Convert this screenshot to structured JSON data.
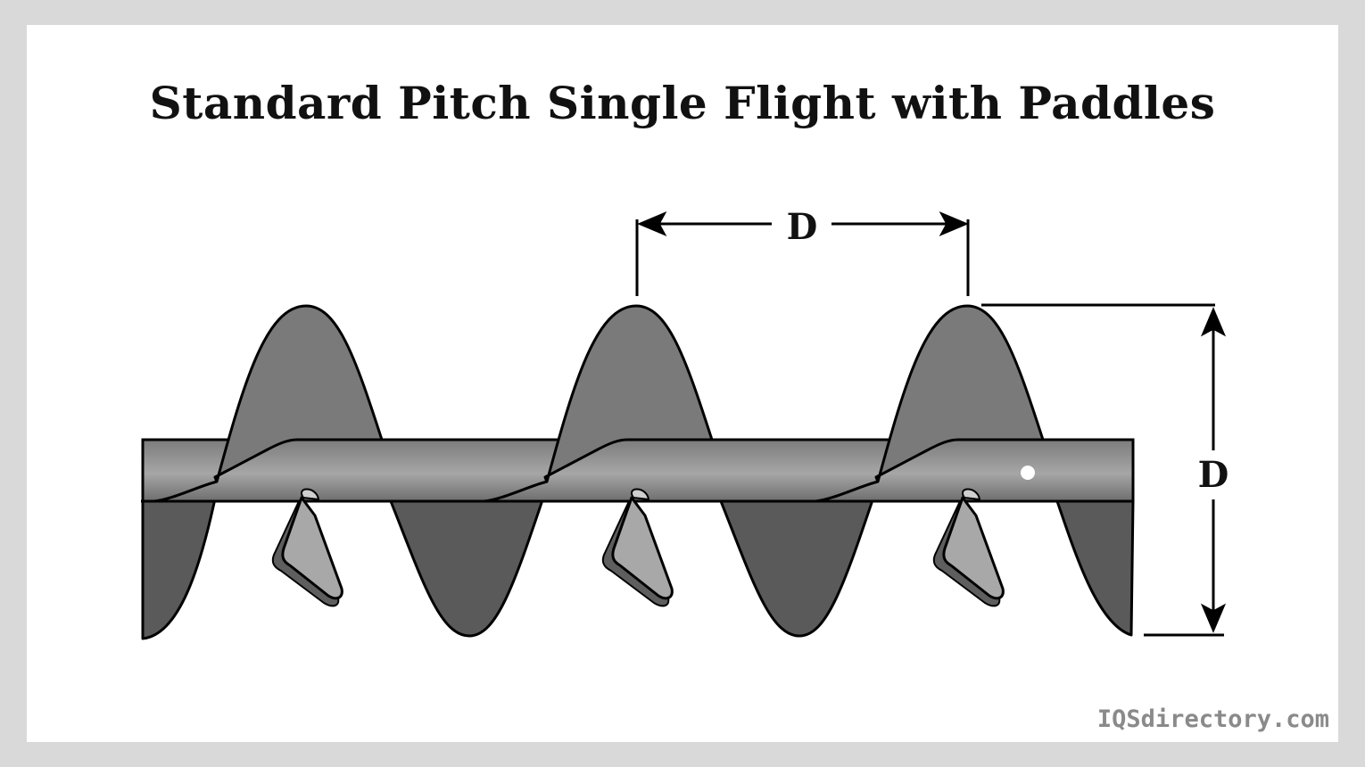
{
  "title": "Standard Pitch Single Flight with Paddles",
  "dimensions": {
    "pitch_label": "D",
    "diameter_label": "D"
  },
  "watermark": "IQSdirectory.com",
  "colors": {
    "flight_front": "#7a7a7a",
    "flight_back": "#5a5a5a",
    "shaft": "#a0a0a0",
    "paddle": "#a8a8a8",
    "paddle_edge": "#5e5e5e"
  }
}
